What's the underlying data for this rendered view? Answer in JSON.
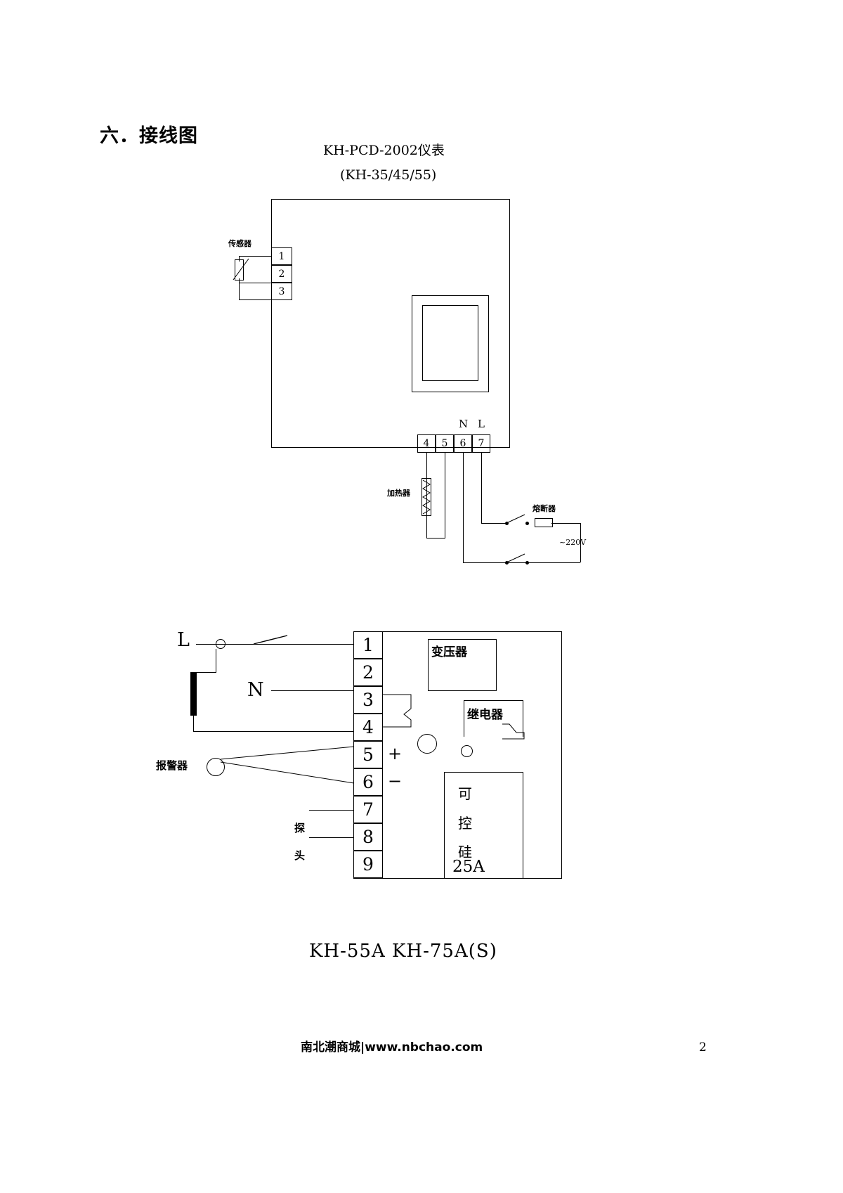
{
  "document": {
    "section_heading": "六．接线图",
    "page_number": "2",
    "footer": "南北潮商城|www.nbchao.com"
  },
  "diagram1": {
    "title_line1": "KH-PCD-2002仪表",
    "title_line2": "(KH-35/45/55)",
    "sensor_label": "传感器",
    "heater_label": "加热器",
    "fuse_label": "熔断器",
    "supply_label": "~220V",
    "terminals_left": [
      "1",
      "2",
      "3"
    ],
    "terminals_bottom": [
      "4",
      "5",
      "6",
      "7"
    ],
    "mains_n": "N",
    "mains_l": "L"
  },
  "diagram2": {
    "caption": "KH-55A  KH-75A(S)",
    "line_label_l": "L",
    "line_label_n": "N",
    "alarm_label": "报警器",
    "probe_label_char1": "探",
    "probe_label_char2": "头",
    "polarity_plus": "+",
    "polarity_minus": "−",
    "terminals": [
      "1",
      "2",
      "3",
      "4",
      "5",
      "6",
      "7",
      "8",
      "9"
    ],
    "transformer_label": "变压器",
    "relay_label": "继电器",
    "scr_char1": "可",
    "scr_char2": "控",
    "scr_char3": "硅",
    "scr_rating": "25A"
  }
}
